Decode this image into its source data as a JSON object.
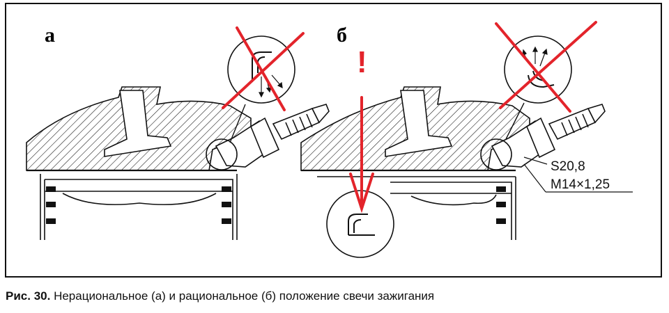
{
  "figure": {
    "panel_a_label": "а",
    "panel_b_label": "б",
    "warning_mark": "!",
    "dim_hex": "S20,8",
    "dim_thread": "M14×1,25"
  },
  "caption": {
    "number": "Рис. 30.",
    "text": "Нерациональное (а) и рациональное (б) положение свечи зажигания"
  },
  "colors": {
    "line": "#111111",
    "cross": "#e3242b",
    "arrow": "#e3242b"
  }
}
